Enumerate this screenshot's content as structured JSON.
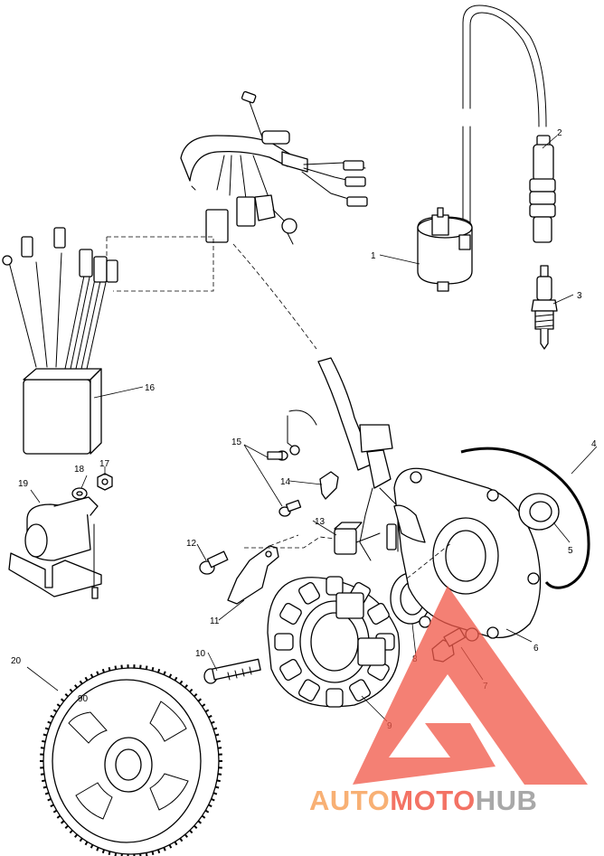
{
  "callouts": [
    {
      "id": "1",
      "label": "1"
    },
    {
      "id": "2",
      "label": "2"
    },
    {
      "id": "3",
      "label": "3"
    },
    {
      "id": "4",
      "label": "4"
    },
    {
      "id": "5",
      "label": "5"
    },
    {
      "id": "6",
      "label": "6"
    },
    {
      "id": "7",
      "label": "7"
    },
    {
      "id": "8",
      "label": "8"
    },
    {
      "id": "9",
      "label": "9"
    },
    {
      "id": "10",
      "label": "10"
    },
    {
      "id": "11",
      "label": "11"
    },
    {
      "id": "12",
      "label": "12"
    },
    {
      "id": "13",
      "label": "13"
    },
    {
      "id": "14",
      "label": "14"
    },
    {
      "id": "15",
      "label": "15"
    },
    {
      "id": "16",
      "label": "16"
    },
    {
      "id": "17",
      "label": "17"
    },
    {
      "id": "18",
      "label": "18"
    },
    {
      "id": "19",
      "label": "19"
    },
    {
      "id": "20",
      "label": "20"
    }
  ],
  "flywheel_mark": "90",
  "watermark": {
    "part1": "AUTO",
    "part2": "MOTO",
    "part3": "HUB",
    "color_red": "#f15a4a",
    "color_orange": "#f7a35c",
    "color_gray": "#9a9a9a"
  }
}
